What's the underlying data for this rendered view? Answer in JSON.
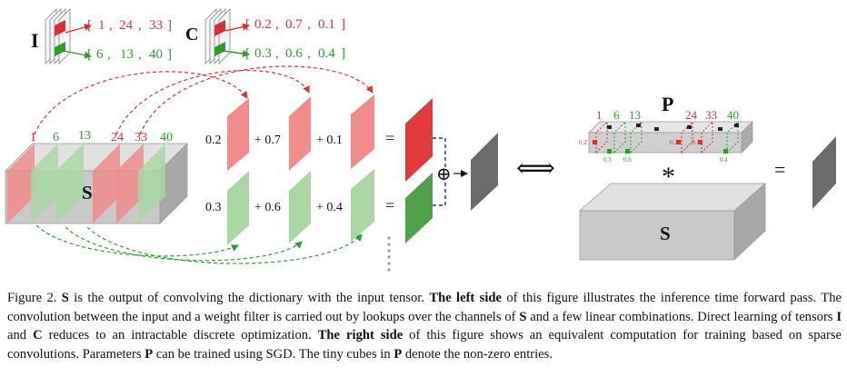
{
  "figure": {
    "tensor_I": {
      "name": "I",
      "red_lookup": [
        "[",
        "1",
        ",",
        "24",
        ",",
        "33",
        "]"
      ],
      "green_lookup": [
        "[",
        "6",
        ",",
        "13",
        ",",
        "40",
        "]"
      ]
    },
    "tensor_C": {
      "name": "C",
      "red_lookup": [
        "[",
        "0.2",
        ",",
        "0.7",
        ",",
        "0.1",
        "]"
      ],
      "green_lookup": [
        "[",
        "0.3",
        ",",
        "0.6",
        ",",
        "0.4",
        "]"
      ]
    },
    "left": {
      "block_label": "S",
      "channels": [
        {
          "label": "1",
          "color": "red"
        },
        {
          "label": "6",
          "color": "green"
        },
        {
          "label": "13",
          "color": "green"
        },
        {
          "label": "24",
          "color": "red"
        },
        {
          "label": "33",
          "color": "red"
        },
        {
          "label": "40",
          "color": "green"
        }
      ],
      "red_terms": [
        "0.2",
        "+ 0.7",
        "+ 0.1"
      ],
      "green_terms": [
        "0.3",
        "+ 0.6",
        "+ 0.4"
      ],
      "equals": "=",
      "sum_symbol": "⊕"
    },
    "right": {
      "equiv": "⟺",
      "param_label": "P",
      "param_channels": [
        {
          "label": "1",
          "color": "red"
        },
        {
          "label": "6",
          "color": "green"
        },
        {
          "label": "13",
          "color": "green"
        },
        {
          "label": "24",
          "color": "red"
        },
        {
          "label": "33",
          "color": "red"
        },
        {
          "label": "40",
          "color": "green"
        }
      ],
      "tiny_red": [
        "0.2",
        "0.7",
        "0.1"
      ],
      "tiny_green": [
        "0.3",
        "0.6",
        "0.4"
      ],
      "conv_symbol": "*",
      "block_label": "S",
      "equals": "="
    },
    "colors": {
      "red": "#d93030",
      "green": "#2e9b2e",
      "red_face": "#f08c8c",
      "green_face": "#a9d6a3",
      "block_front": "#c9c9c9",
      "block_top": "#e1e1e1",
      "block_side": "#a8a8a8",
      "output": "#6b6b6b"
    }
  },
  "caption": {
    "label": "Figure 2.",
    "s1_sym": "S",
    "s1_text": " is the output of convolving the dictionary with the input tensor. ",
    "s2_bold": "The left side",
    "s2_text": " of this figure illustrates the inference time forward pass. The convolution between the input and a weight filter is carried out by lookups over the channels of ",
    "s2_sym": "S",
    "s2_tail": " and a few linear combinations. Direct learning of tensors ",
    "s3_sym_i": "I",
    "s3_and": " and ",
    "s3_sym_c": "C",
    "s3_text": " reduces to an intractable discrete optimization. ",
    "s4_bold": "The right side",
    "s4_text": " of this figure shows an equivalent computation for training based on sparse convolutions. Parameters ",
    "s4_sym": "P",
    "s4_tail": " can be trained using SGD. The tiny cubes in ",
    "s5_sym": "P",
    "s5_text": " denote the non-zero entries."
  }
}
